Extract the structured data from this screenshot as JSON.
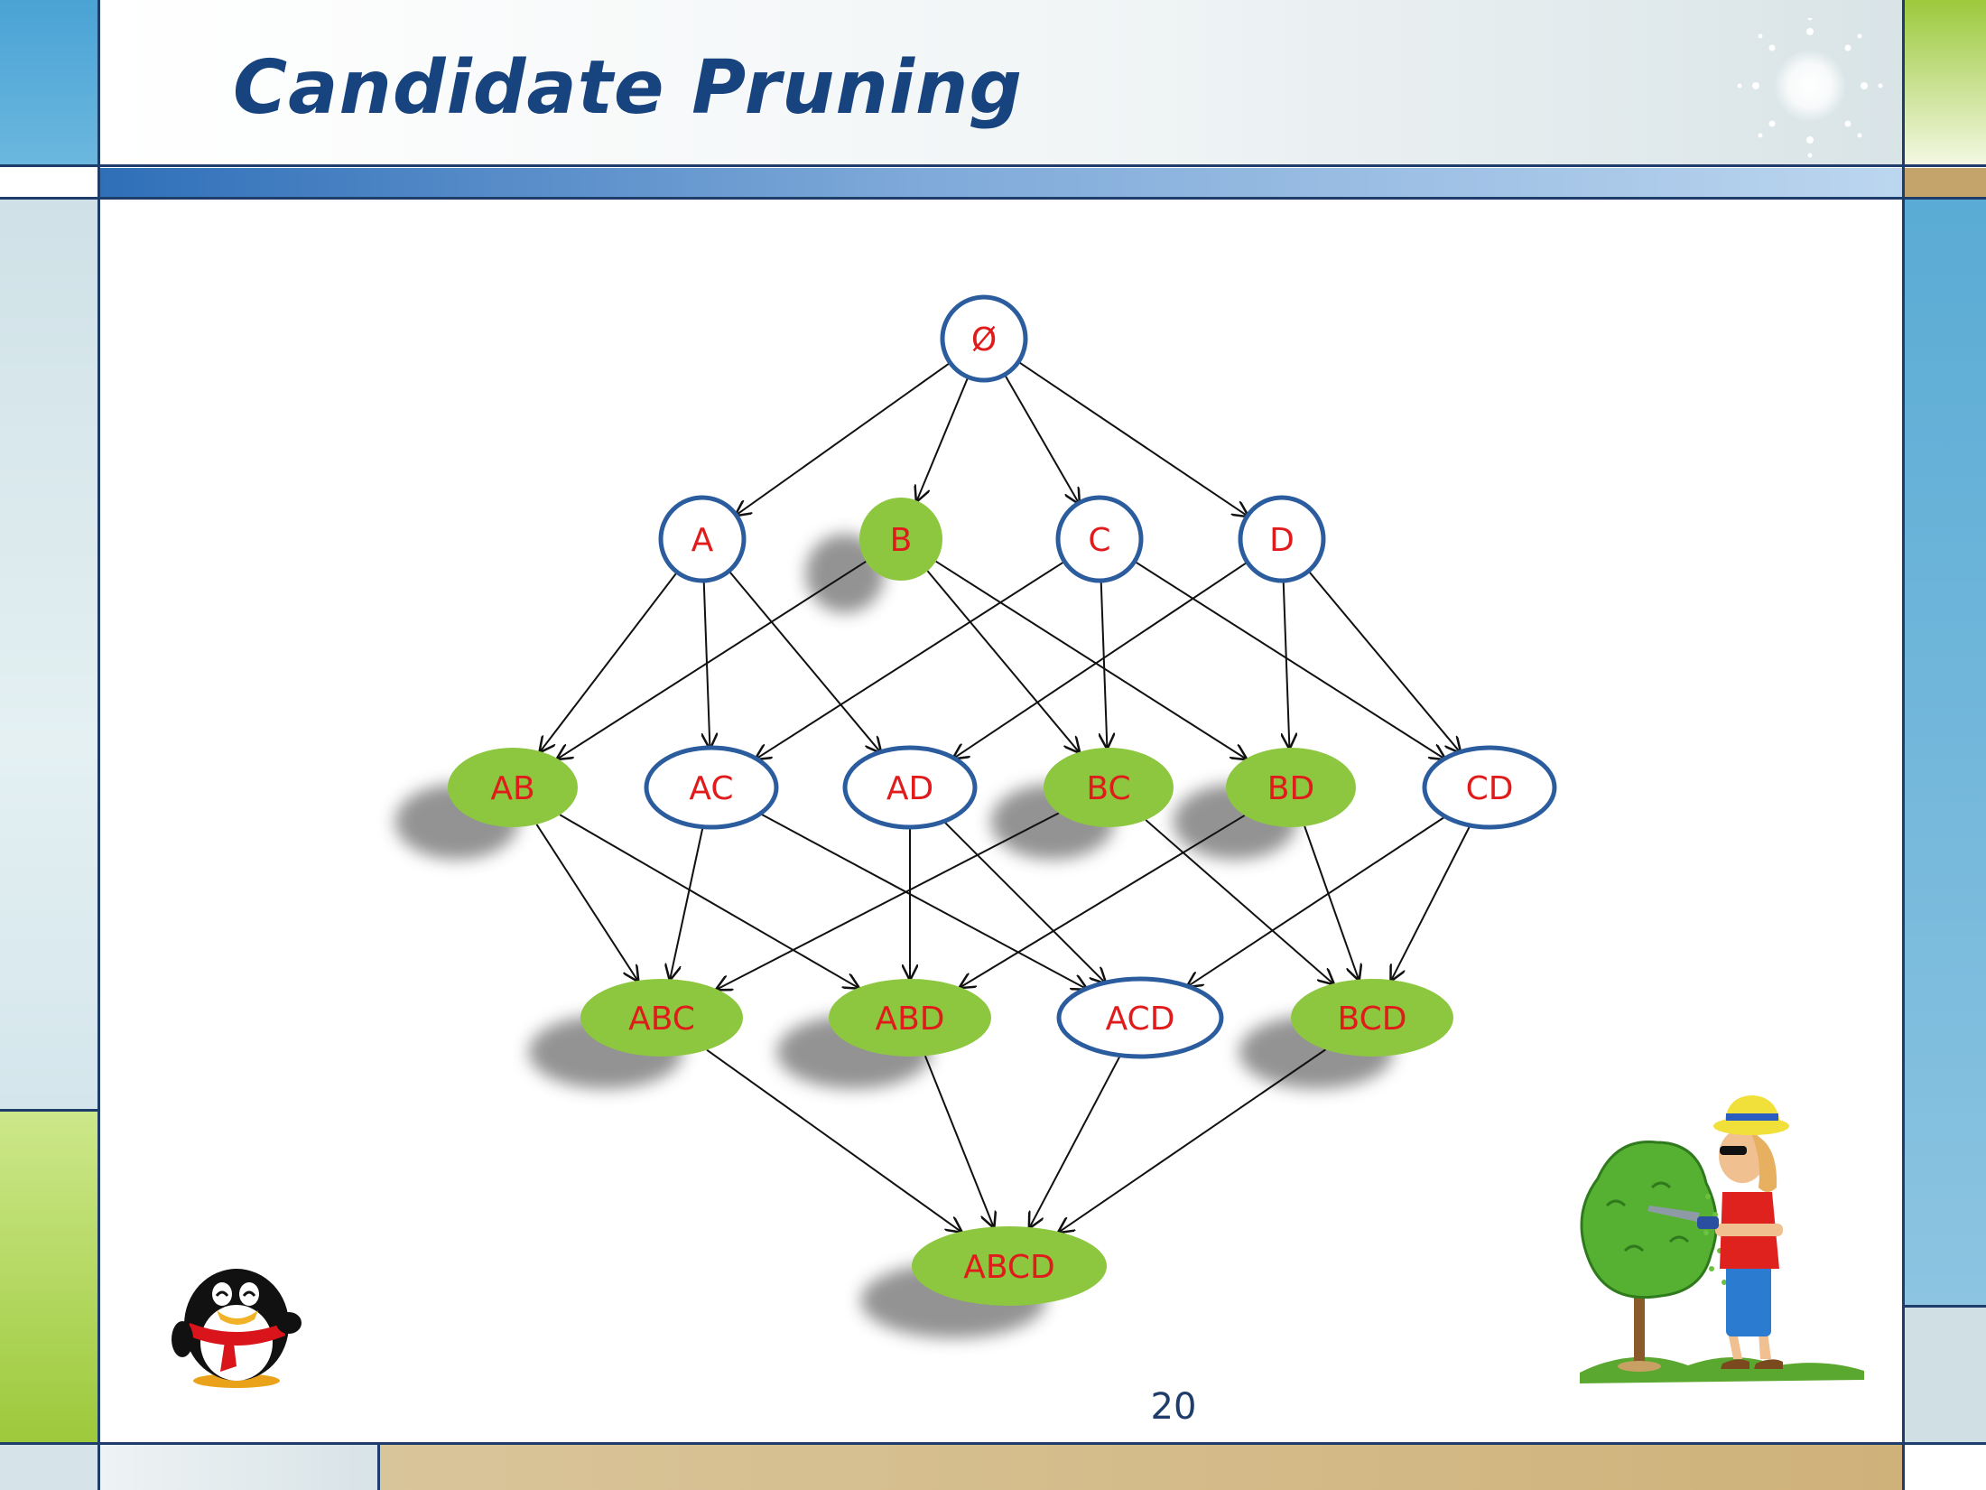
{
  "slide": {
    "title": "Candidate Pruning",
    "page_number": "20"
  },
  "colors": {
    "title": "#17437e",
    "node_label": "#e01b1b",
    "frequent_fill": "#8dc63f",
    "infrequent_border": "#2b5c9e",
    "edge": "#111111"
  },
  "lattice": {
    "levels": [
      [
        {
          "id": "empty",
          "label": "Ø",
          "pruned": false
        }
      ],
      [
        {
          "id": "A",
          "label": "A",
          "pruned": false
        },
        {
          "id": "B",
          "label": "B",
          "pruned": true
        },
        {
          "id": "C",
          "label": "C",
          "pruned": false
        },
        {
          "id": "D",
          "label": "D",
          "pruned": false
        }
      ],
      [
        {
          "id": "AB",
          "label": "AB",
          "pruned": true
        },
        {
          "id": "AC",
          "label": "AC",
          "pruned": false
        },
        {
          "id": "AD",
          "label": "AD",
          "pruned": false
        },
        {
          "id": "BC",
          "label": "BC",
          "pruned": true
        },
        {
          "id": "BD",
          "label": "BD",
          "pruned": true
        },
        {
          "id": "CD",
          "label": "CD",
          "pruned": false
        }
      ],
      [
        {
          "id": "ABC",
          "label": "ABC",
          "pruned": true
        },
        {
          "id": "ABD",
          "label": "ABD",
          "pruned": true
        },
        {
          "id": "ACD",
          "label": "ACD",
          "pruned": false
        },
        {
          "id": "BCD",
          "label": "BCD",
          "pruned": true
        }
      ],
      [
        {
          "id": "ABCD",
          "label": "ABCD",
          "pruned": true
        }
      ]
    ],
    "edges": [
      [
        "empty",
        "A"
      ],
      [
        "empty",
        "B"
      ],
      [
        "empty",
        "C"
      ],
      [
        "empty",
        "D"
      ],
      [
        "A",
        "AB"
      ],
      [
        "A",
        "AC"
      ],
      [
        "A",
        "AD"
      ],
      [
        "B",
        "AB"
      ],
      [
        "B",
        "BC"
      ],
      [
        "B",
        "BD"
      ],
      [
        "C",
        "AC"
      ],
      [
        "C",
        "BC"
      ],
      [
        "C",
        "CD"
      ],
      [
        "D",
        "AD"
      ],
      [
        "D",
        "BD"
      ],
      [
        "D",
        "CD"
      ],
      [
        "AB",
        "ABC"
      ],
      [
        "AB",
        "ABD"
      ],
      [
        "AC",
        "ABC"
      ],
      [
        "AC",
        "ACD"
      ],
      [
        "AD",
        "ABD"
      ],
      [
        "AD",
        "ACD"
      ],
      [
        "BC",
        "ABC"
      ],
      [
        "BC",
        "BCD"
      ],
      [
        "BD",
        "ABD"
      ],
      [
        "BD",
        "BCD"
      ],
      [
        "CD",
        "ACD"
      ],
      [
        "CD",
        "BCD"
      ],
      [
        "ABC",
        "ABCD"
      ],
      [
        "ABD",
        "ABCD"
      ],
      [
        "ACD",
        "ABCD"
      ],
      [
        "BCD",
        "ABCD"
      ]
    ]
  },
  "decorations": {
    "top_right": "sun-icon",
    "bottom_left": "penguin-mascot-icon",
    "bottom_right": "gardener-pruning-hedge-icon"
  }
}
